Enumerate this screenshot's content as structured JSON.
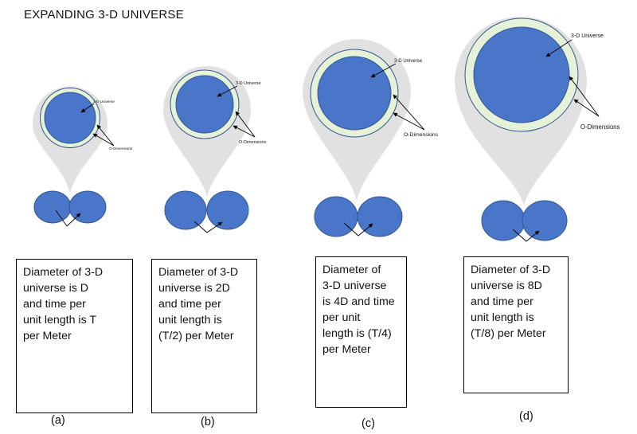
{
  "title": "EXPANDING 3-D UNIVERSE",
  "colors": {
    "universe_fill": "#4a76c9",
    "universe_stroke": "#33578f",
    "extra_dimension_band": "#e6f2d8",
    "halo_gray": "#e1e1e1",
    "text": "#111111"
  },
  "panels": [
    {
      "id": "a",
      "universe_label": "3-D Universe",
      "dimensions_label": "O-Dimensions",
      "relative_diameter": 1,
      "description": "Diameter of 3-D\nuniverse is D\nand time per\nunit length is T\nper Meter",
      "caption": "(a)"
    },
    {
      "id": "b",
      "universe_label": "3-D Universe",
      "dimensions_label": "O-Dimensions",
      "relative_diameter": 2,
      "description": "Diameter of 3-D\nuniverse is 2D\nand time per\nunit length is\n(T/2) per Meter",
      "caption": "(b)"
    },
    {
      "id": "c",
      "universe_label": "3-D Universe",
      "dimensions_label": "O-Dimensions",
      "relative_diameter": 4,
      "description": "Diameter of\n3-D universe\nis 4D and time\nper unit\nlength is (T/4)\nper Meter",
      "caption": "(c)"
    },
    {
      "id": "d",
      "universe_label": "3-D Universe",
      "dimensions_label": "O-Dimensions",
      "relative_diameter": 8,
      "description": "Diameter of 3-D\nuniverse is 8D\nand time per\nunit length is\n(T/8) per Meter",
      "caption": "(d)"
    }
  ]
}
